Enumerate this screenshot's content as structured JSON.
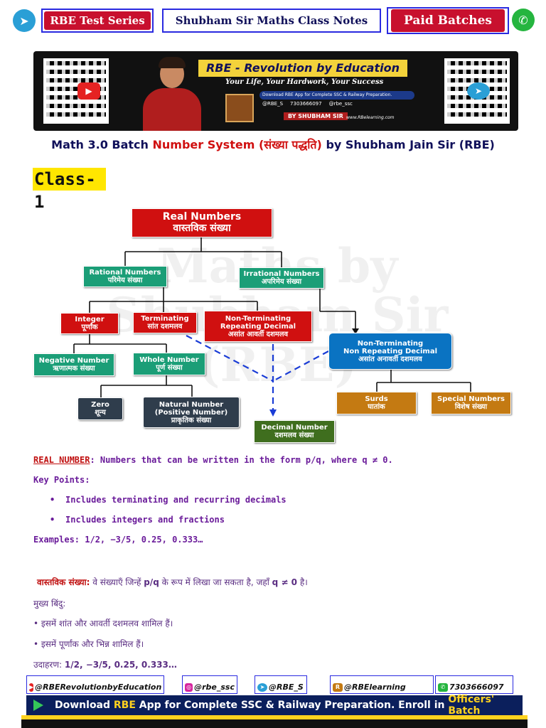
{
  "header": {
    "test_series": "RBE Test Series",
    "class_notes": "Shubham Sir Maths Class Notes",
    "paid_batches": "Paid Batches"
  },
  "banner": {
    "title": "RBE - Revolution by Education",
    "tagline": "Your Life, Your Hardwork, Your Success",
    "download_line": "Download RBE App for Complete SSC & Railway Preparation.",
    "handle_rbe": "@RBE_S",
    "phone": "7303666097",
    "handle_insta": "@rbe_ssc",
    "by": "BY SHUBHAM SIR",
    "site": "www.RBelearning.com"
  },
  "doc_title": {
    "prefix": "Math 3.0 Batch ",
    "topic": "Number System (संख्या पद्धति)",
    "suffix": " by Shubham Jain Sir (RBE)"
  },
  "class_label": "Class-1",
  "diagram": {
    "real": {
      "en": "Real Numbers",
      "hi": "वास्तविक संख्या"
    },
    "rational": {
      "en": "Rational Numbers",
      "hi": "परिमेय संख्या"
    },
    "irrational": {
      "en": "Irrational Numbers",
      "hi": "अपरिमेय संख्या"
    },
    "integer": {
      "en": "Integer",
      "hi": "पूर्णांक"
    },
    "terminating": {
      "en": "Terminating",
      "hi": "सांत दशमलव"
    },
    "non_term_rep": {
      "en1": "Non-Terminating",
      "en2": "Repeating Decimal",
      "hi": "असांत आवर्ती दशमलव"
    },
    "non_term_nonrep": {
      "en1": "Non-Terminating",
      "en2": "Non Repeating Decimal",
      "hi": "असांत अनावर्ती दशमलव"
    },
    "negative": {
      "en": "Negative Number",
      "hi": "ऋणात्मक संख्या"
    },
    "whole": {
      "en": "Whole  Number",
      "hi": "पूर्ण संख्या"
    },
    "zero": {
      "en": "Zero",
      "hi": "शून्य"
    },
    "natural": {
      "en1": "Natural Number",
      "en2": "(Positive Number)",
      "hi": "प्राकृतिक संख्या"
    },
    "decimal": {
      "en": "Decimal Number",
      "hi": "दशमलव संख्या"
    },
    "surds": {
      "en": "Surds",
      "hi": "घातांक"
    },
    "special": {
      "en": "Special Numbers",
      "hi": "विशेष संख्या"
    }
  },
  "english_notes": {
    "def_label": "REAL NUMBER",
    "def_text": ": Numbers that can be written in the form p/q, where q ≠ 0.",
    "key_points_label": "Key Points:",
    "points": [
      "Includes terminating and recurring decimals",
      "Includes integers and fractions"
    ],
    "examples": "Examples: 1/2, −3/5, 0.25, 0.333…"
  },
  "hindi_notes": {
    "def_label": "वास्तविक संख्या:",
    "def_text_1": " वे संख्याएँ जिन्हें ",
    "def_pq": "p/q",
    "def_text_2": " के रूप में लिखा जा सकता है, जहाँ ",
    "def_q": "q ≠ 0",
    "def_text_3": " है।",
    "key_points_label": "मुख्य बिंदु:",
    "points": [
      "• इसमें शांत और आवर्ती दशमलव शामिल हैं।",
      "• इसमें पूर्णांक और भिन्न शामिल हैं।"
    ],
    "examples_label": "उदाहरण: ",
    "examples_values": "1/2, −3/5, 0.25, 0.333…"
  },
  "footer": {
    "youtube": "@RBERevolutionbyEducation",
    "instagram": "@rbe_ssc",
    "telegram": "@RBE_S",
    "rbelearning": "@RBElearning",
    "whatsapp": "7303666097",
    "download_1": "Download ",
    "download_rbe": "RBE",
    "download_2": " App for Complete SSC & Railway Preparation. Enroll in ",
    "download_batch": "Officers' Batch"
  },
  "watermark": "Maths by Shubham Sir (RBE)",
  "colors": {
    "brand_red": "#c8102e",
    "accent_blue": "#2a2ae0",
    "node_green": "#1b9e77",
    "node_red": "#d01010"
  }
}
